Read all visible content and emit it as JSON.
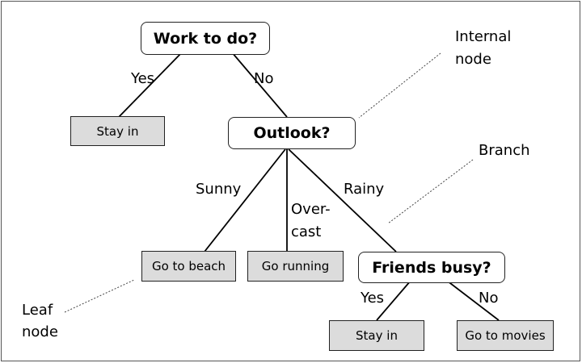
{
  "nodes": {
    "root": "Work to do?",
    "stay_in_1": "Stay in",
    "outlook": "Outlook?",
    "go_beach": "Go to beach",
    "go_running": "Go running",
    "friends_busy": "Friends busy?",
    "stay_in_2": "Stay in",
    "go_movies": "Go to movies"
  },
  "edge_labels": {
    "root_yes": "Yes",
    "root_no": "No",
    "sunny": "Sunny",
    "overcast_line1": "Over-",
    "overcast_line2": "cast",
    "rainy": "Rainy",
    "friends_yes": "Yes",
    "friends_no": "No"
  },
  "annotations": {
    "internal_node": [
      "Internal",
      "node"
    ],
    "branch": "Branch",
    "leaf_node": [
      "Leaf",
      "node"
    ]
  },
  "colors": {
    "leaf_fill": "#dcdcdc",
    "decision_fill": "#ffffff",
    "line": "#000000"
  }
}
